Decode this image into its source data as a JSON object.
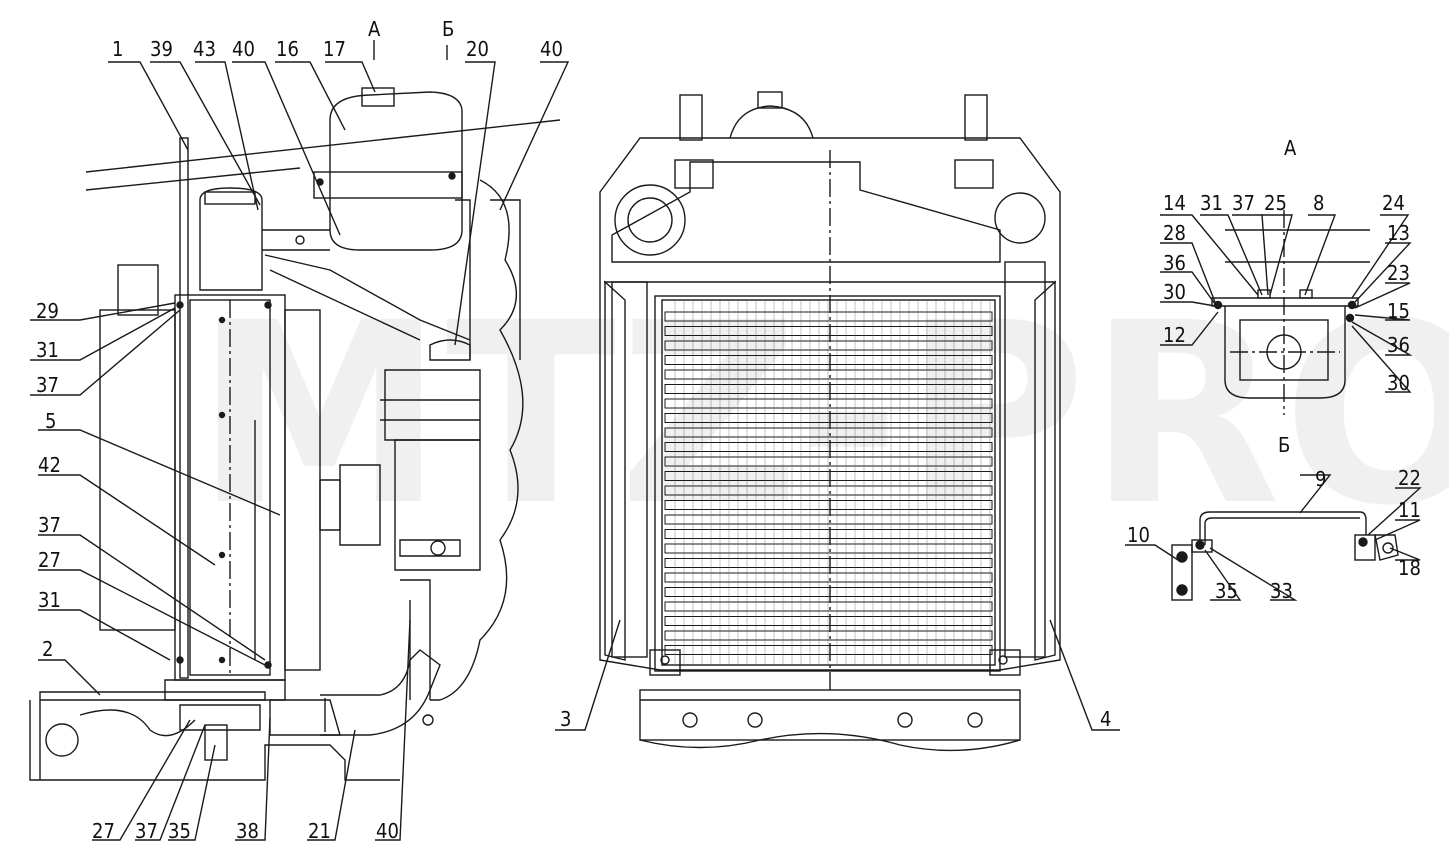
{
  "watermark": "MTZ-PRO",
  "view_titles": {
    "view_a_arrow": "А",
    "view_b_arrow": "Б",
    "view_a": "А",
    "view_b": "Б"
  },
  "left_view_labels": {
    "top": [
      "1",
      "39",
      "43",
      "40",
      "16",
      "17",
      "20",
      "40"
    ],
    "left_side": [
      "29",
      "31",
      "37",
      "5",
      "42",
      "37",
      "27",
      "31",
      "2"
    ],
    "bottom": [
      "27",
      "37",
      "35",
      "38",
      "21",
      "40"
    ]
  },
  "front_view_labels": {
    "left": "3",
    "right": "4"
  },
  "view_a_labels": [
    "14",
    "31",
    "37",
    "25",
    "8",
    "24",
    "28",
    "13",
    "36",
    "23",
    "30",
    "15",
    "12",
    "36",
    "30"
  ],
  "view_b_labels": [
    "9",
    "22",
    "10",
    "11",
    "18",
    "35",
    "33"
  ],
  "colors": {
    "line": "#1a1a1a",
    "watermark": "#f0f0f0",
    "background": "#ffffff"
  }
}
